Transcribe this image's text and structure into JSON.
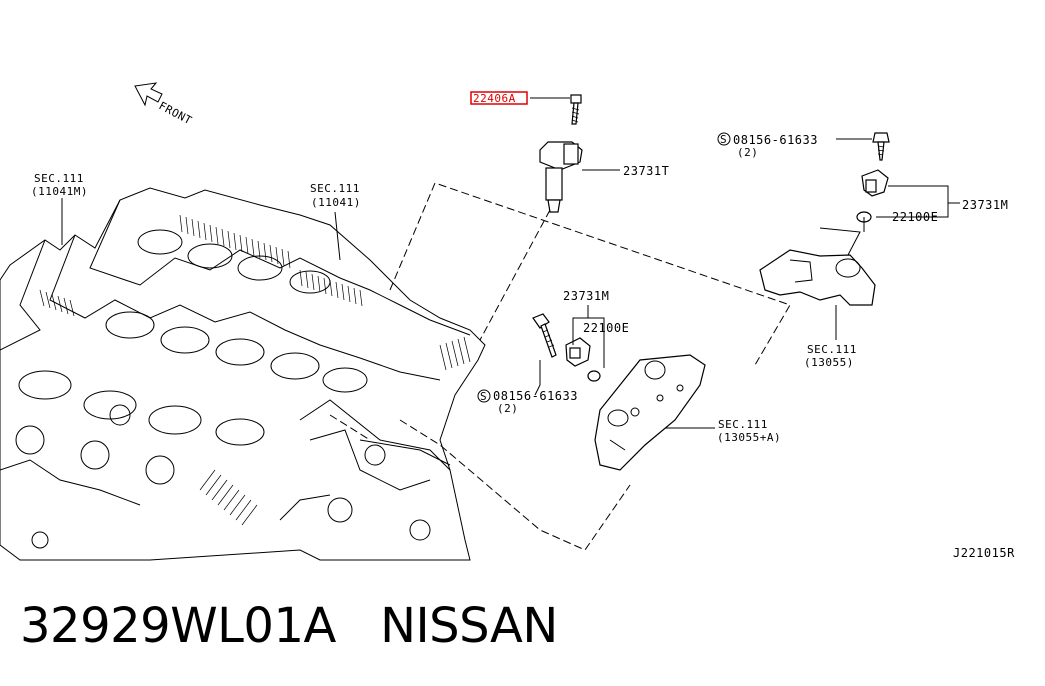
{
  "diagram": {
    "highlight_label": "22406A",
    "highlight_color": "#e00000",
    "front_arrow_label": "FRONT",
    "labels": {
      "sec111_11041m_line1": "SEC.111",
      "sec111_11041m_line2": "(11041M)",
      "sec111_11041_line1": "SEC.111",
      "sec111_11041_line2": "(11041)",
      "part_23731t": "23731T",
      "bolt_right_number": "08156-61633",
      "bolt_right_qty": "(2)",
      "part_23731m_right": "23731M",
      "part_22100e_right": "22100E",
      "part_23731m_mid": "23731M",
      "part_22100e_mid": "22100E",
      "bolt_mid_number": "08156-61633",
      "bolt_mid_qty": "(2)",
      "sec111_13055_line1": "SEC.111",
      "sec111_13055_line2": "(13055)",
      "sec111_13055a_line1": "SEC.111",
      "sec111_13055a_line2": "(13055+A)",
      "drawing_code": "J221015R",
      "s_symbol": "S"
    }
  },
  "caption": {
    "part_number": "32929WL01A",
    "brand": "NISSAN"
  }
}
